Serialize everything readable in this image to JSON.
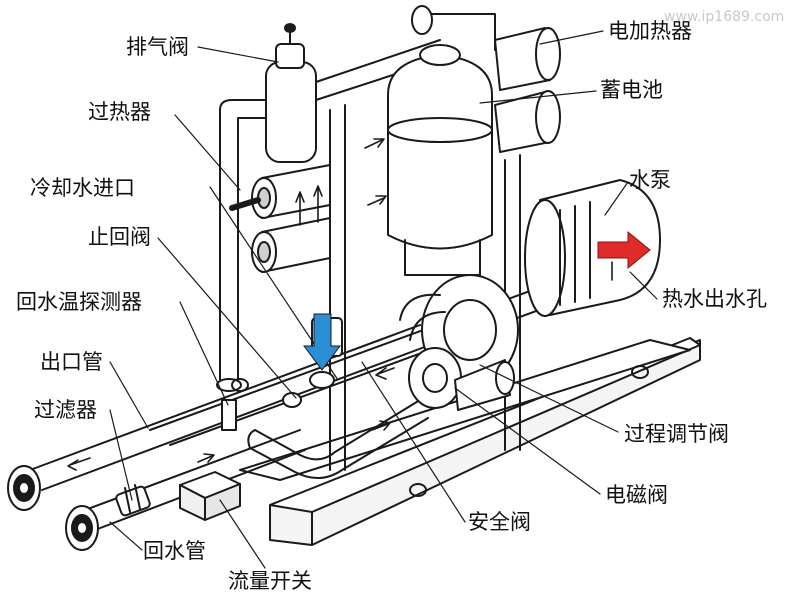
{
  "watermark": "www.ip1689.com",
  "labels": {
    "exhaust_valve": "排气阀",
    "superheater": "过热器",
    "cooling_water_inlet": "冷却水进口",
    "check_valve": "止回阀",
    "return_temp_sensor": "回水温探测器",
    "outlet_pipe": "出口管",
    "filter": "过滤器",
    "return_pipe": "回水管",
    "flow_switch": "流量开关",
    "safety_valve": "安全阀",
    "solenoid_valve": "电磁阀",
    "process_control_valve": "过程调节阀",
    "hot_water_outlet": "热水出水孔",
    "pump": "水泵",
    "accumulator": "蓄电池",
    "electric_heater": "电加热器"
  },
  "colors": {
    "line": "#1a1a1a",
    "cooling_arrow": "#2a8fd6",
    "outlet_arrow": "#e02b2b"
  }
}
